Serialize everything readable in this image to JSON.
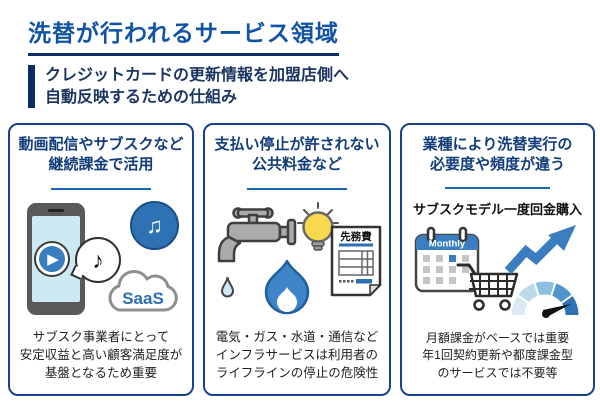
{
  "page": {
    "title": "洗替が行われるサービス領域",
    "subtitle_line1": "クレジットカードの更新情報を加盟店側へ",
    "subtitle_line2": "自動反映するための仕組み"
  },
  "glyphs": {
    "play": "▶",
    "single_note": "♪",
    "double_note": "♫"
  },
  "colors": {
    "title_blue": "#1254A4",
    "navy_accent": "#0C2C66",
    "card_border": "#19418C",
    "heading_navy": "#133D7A",
    "divider_blue": "#1B66B3",
    "icon_blue": "#3B7EC0",
    "icon_dark_blue": "#2D72B5",
    "screen_light_blue": "#CDEAF4",
    "bulb_yellow": "#F7D84F",
    "metal_gray": "#ABABAB",
    "text_dark": "#1E1E1E"
  },
  "cards": [
    {
      "heading_line1": "動画配信やサブスクなど",
      "heading_line2": "継続課金で活用",
      "cloud_label": "SaaS",
      "icons": [
        "smartphone-icon",
        "play-icon",
        "music-note-bubble-icon",
        "music-circle-icon",
        "saas-cloud-icon"
      ],
      "description_line1": "サブスク事業者にとって",
      "description_line2": "安定収益と高い顧客満足度が",
      "description_line3": "基盤となるため重要"
    },
    {
      "heading_line1": "支払い停止が許されない",
      "heading_line2": "公共料金など",
      "bill_label": "先務費",
      "icons": [
        "faucet-icon",
        "water-drop-icon",
        "light-bulb-icon",
        "gas-flame-icon",
        "utility-bill-icon"
      ],
      "description_line1": "電気・ガス・水道・通信など",
      "description_line2": "インフラサービスは利用者の",
      "description_line3": "ライフラインの停止の危険性"
    },
    {
      "heading_line1": "業種により洗替実行の",
      "heading_line2": "必要度や頻度が違う",
      "label_left": "サブスクモデル",
      "label_right": "一度回金購入",
      "calendar_label": "Monthly",
      "icons": [
        "calendar-icon",
        "shopping-cart-icon",
        "growth-arrow-icon",
        "gauge-icon"
      ],
      "description_line1": "月額課金がベースでは重要",
      "description_line2": "年1回契約更新や都度課金型",
      "description_line3": "のサービスでは不要等"
    }
  ]
}
